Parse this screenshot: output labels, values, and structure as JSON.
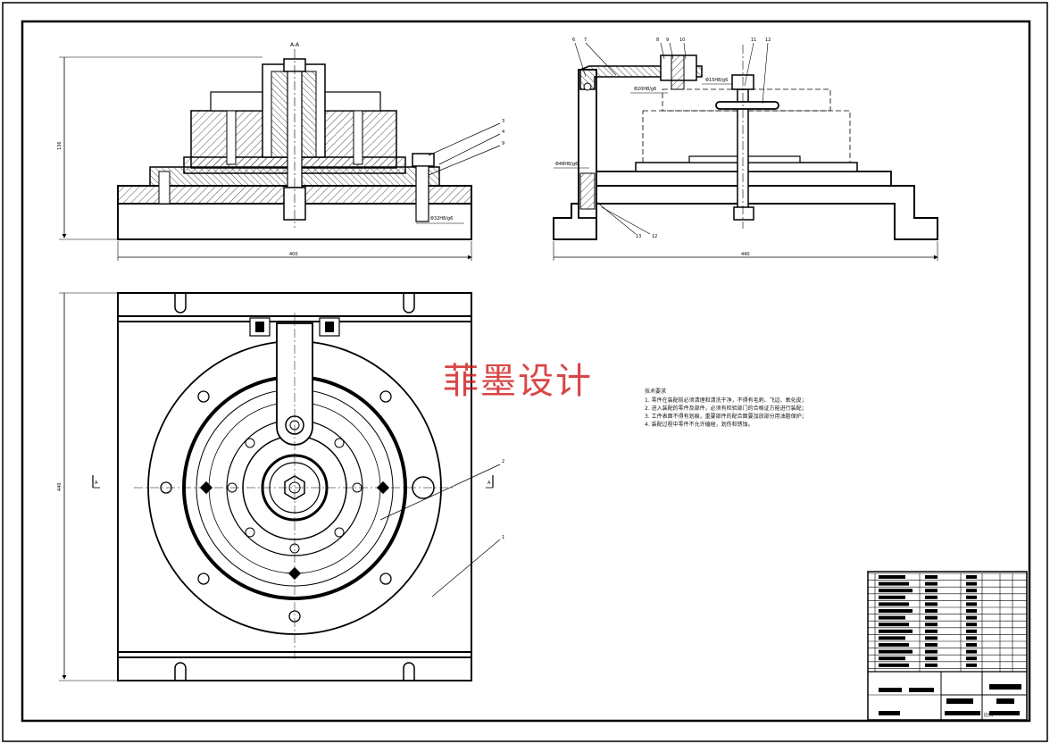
{
  "section_label": "A-A",
  "view_marker": "A",
  "watermark": "菲墨设计",
  "dimensions": {
    "front_width": "400",
    "front_height": "136",
    "side_width": "440",
    "plan_height": "440",
    "fit_front": "Φ32H8/g6",
    "fit_pin_top": "Φ20H8/g6",
    "fit_pin_right": "Φ15H8/g6",
    "fit_side": "Φ48H8/g6"
  },
  "balloons": {
    "front": [
      "3",
      "4",
      "9"
    ],
    "side_top": [
      "6",
      "7",
      "8",
      "9",
      "10",
      "11",
      "12"
    ],
    "side_bottom": [
      "13",
      "12"
    ],
    "plan": [
      "2",
      "1"
    ]
  },
  "tech_requirements": {
    "title": "技术要求",
    "items": [
      "1. 零件在装配前必须清理和清洗干净，不得有毛刺、飞边、氧化皮；",
      "2. 进入装配的零件及部件，必须有检验部门的合格证方能进行装配；",
      "3. 工件表面不得有划痕，重要部件的配合面要加放部分用油脂保护；",
      "4. 装配过程中零件不允许磕碰，划伤和锈蚀。"
    ]
  },
  "title_block": {
    "scale_label": "比例"
  }
}
